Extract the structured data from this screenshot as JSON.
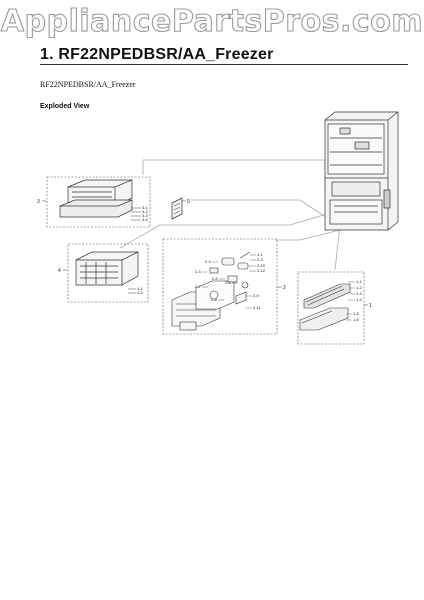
{
  "watermark": "AppliancePartsPros.com",
  "page": {
    "title": "1.  RF22NPEDBSR/AA_Freezer",
    "subtitle": "RF22NPEDBSR/AA_Freezer",
    "section_label": "Exploded View"
  },
  "callouts": {
    "group1": "1",
    "group2": "2",
    "group3": "3",
    "group4": "4",
    "group5": "5"
  },
  "part_labels": {
    "p3_1": "3-1",
    "p3_2": "3-2",
    "p3_3": "3-3",
    "p3_4": "3-4",
    "p4_1": "4-1",
    "p4_2": "4-2",
    "p2_1": "2-1",
    "p2_2": "2-2",
    "p2_3": "2-3",
    "p2_4": "2-4",
    "p2_5": "2-5",
    "p2_6": "2-6",
    "p2_7": "2-7",
    "p2_8": "2-8",
    "p2_9": "2-9",
    "p2_10": "2-10",
    "p2_11": "2-11",
    "p2_12": "2-12",
    "p1_1": "1-1",
    "p1_2": "1-2",
    "p1_3": "1-3",
    "p1_4": "1-4",
    "p1_5": "1-5",
    "p1_6": "1-6"
  }
}
